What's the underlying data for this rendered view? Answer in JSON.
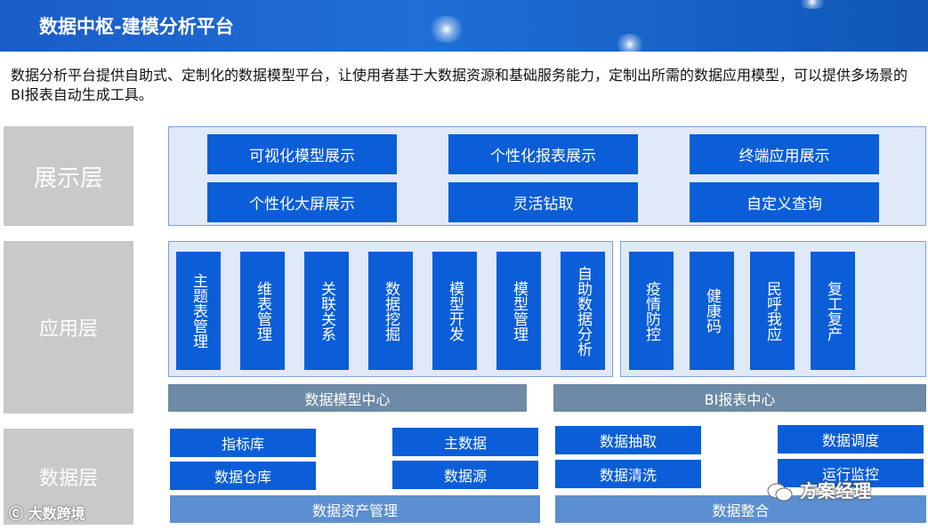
{
  "header": {
    "title": "数据中枢-建模分析平台"
  },
  "intro": "数据分析平台提供自助式、定制化的数据模型平台，让使用者基于大数据资源和基础服务能力，定制出所需的数据应用模型，可以提供多场景的BI报表自动生成工具。",
  "layers": {
    "display": {
      "label": "展示层",
      "items": [
        "可视化模型展示",
        "个性化报表展示",
        "终端应用展示",
        "个性化大屏展示",
        "灵活钻取",
        "自定义查询"
      ]
    },
    "application": {
      "label": "应用层",
      "model_items": [
        "主题表管理",
        "维表管理",
        "关联关系",
        "数据挖掘",
        "模型开发",
        "模型管理",
        "自助数据分析"
      ],
      "bi_items": [
        "疫情防控",
        "健康码",
        "民呼我应",
        "复工复产"
      ],
      "model_center": "数据模型中心",
      "bi_center": "BI报表中心"
    },
    "data": {
      "label": "数据层",
      "left_items": [
        "指标库",
        "主数据",
        "数据仓库",
        "数据源"
      ],
      "right_items": [
        "数据抽取",
        "数据调度",
        "数据清洗",
        "运行监控"
      ],
      "asset_bar": "数据资产管理",
      "integration_bar": "数据整合"
    }
  },
  "watermarks": {
    "left": "大数跨境",
    "right": "方案经理"
  },
  "colors": {
    "header": "#1a5cc8",
    "box": "#0b5ed7",
    "panel": "#dfe9f7",
    "label_bg": "#c9c9c9",
    "bar_grey": "#6d8aa6",
    "bar_light": "#5b8fd1"
  }
}
